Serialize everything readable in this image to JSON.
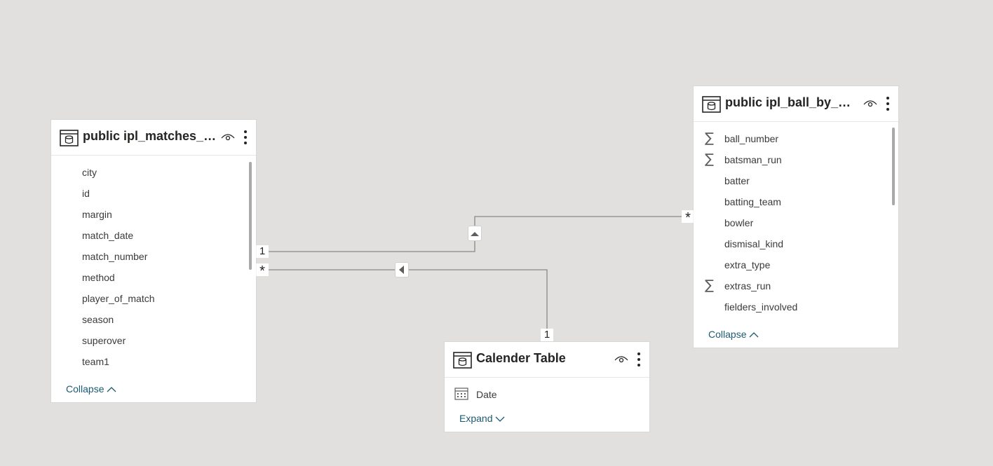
{
  "tables": {
    "matches": {
      "title": "public ipl_matches_20...",
      "fields": [
        "city",
        "id",
        "margin",
        "match_date",
        "match_number",
        "method",
        "player_of_match",
        "season",
        "superover",
        "team1"
      ],
      "footer": "Collapse"
    },
    "ball_by_ball": {
      "title": "public ipl_ball_by_ball...",
      "fields": [
        {
          "name": "ball_number",
          "aggregate": true
        },
        {
          "name": "batsman_run",
          "aggregate": true
        },
        {
          "name": "batter",
          "aggregate": false
        },
        {
          "name": "batting_team",
          "aggregate": false
        },
        {
          "name": "bowler",
          "aggregate": false
        },
        {
          "name": "dismisal_kind",
          "aggregate": false
        },
        {
          "name": "extra_type",
          "aggregate": false
        },
        {
          "name": "extras_run",
          "aggregate": true
        },
        {
          "name": "fielders_involved",
          "aggregate": false
        }
      ],
      "footer": "Collapse"
    },
    "calendar": {
      "title": "Calender Table",
      "fields": [
        "Date"
      ],
      "footer": "Expand"
    }
  },
  "relationships": {
    "one_label": "1",
    "many_label": "*"
  },
  "icons": {
    "sum": "∑",
    "table": "table-icon",
    "calendar": "calendar-icon",
    "eye": "eye-icon",
    "more": "more-vertical-icon"
  },
  "colors": {
    "canvas": "#e1e0df",
    "link": "#1b5a70",
    "line": "#8a8886"
  }
}
